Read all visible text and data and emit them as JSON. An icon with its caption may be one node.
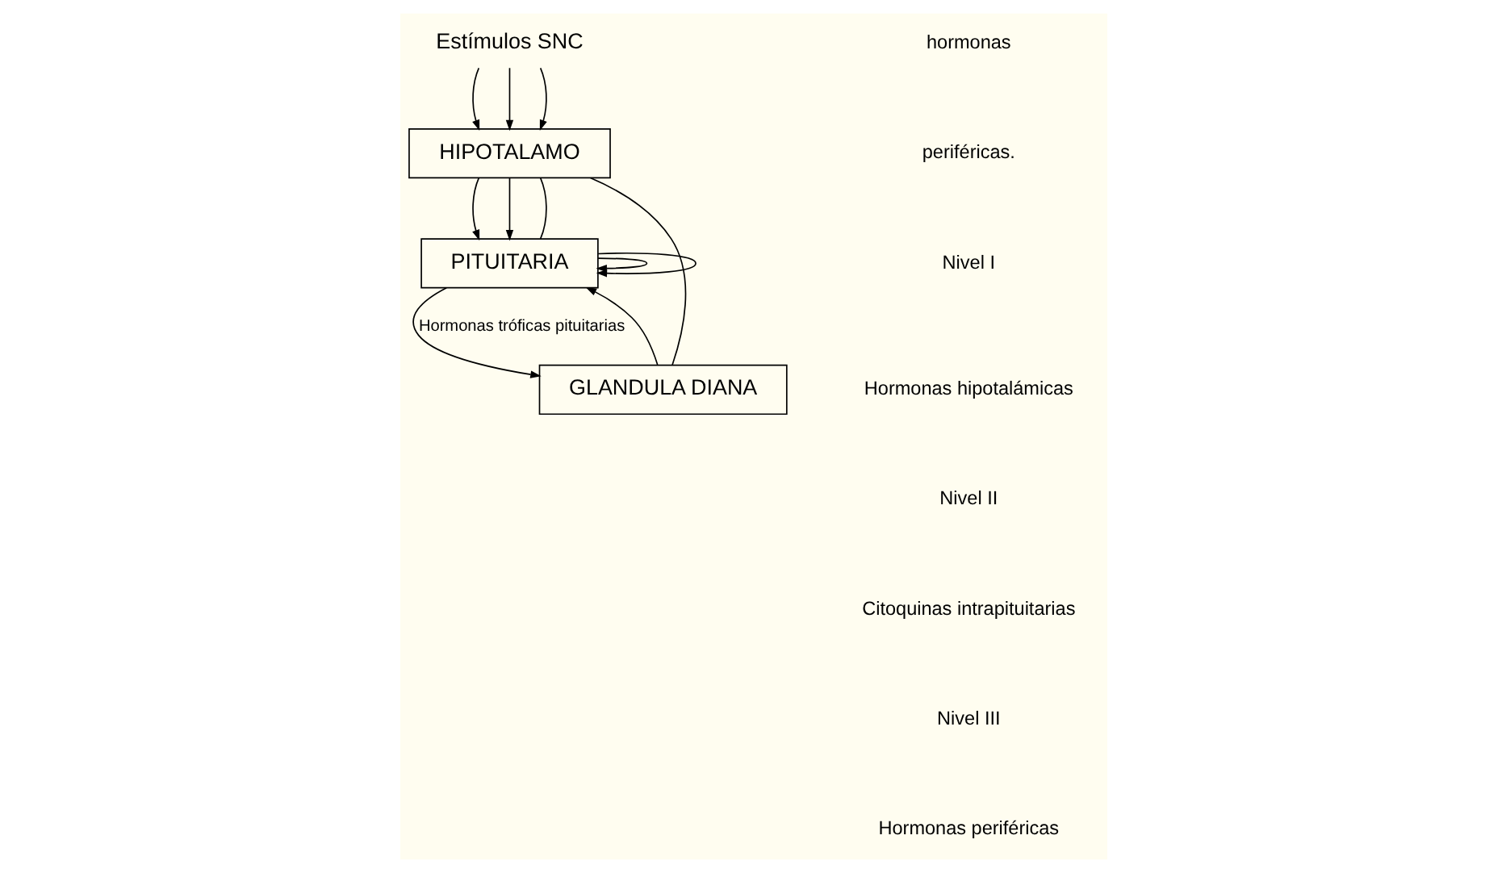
{
  "diagram": {
    "nodes": [
      {
        "text": [
          "Estímulos SNC"
        ]
      },
      {
        "text": [
          "HIPOTALAMO"
        ]
      },
      {
        "text": [
          "PITUITARIA"
        ]
      },
      {
        "text": [
          "GLANDULA DIANA"
        ]
      }
    ],
    "edges": [
      {
        "from": 0,
        "to": 1,
        "arrow": "to"
      },
      {
        "from": 0,
        "to": 1,
        "arrow": "to"
      },
      {
        "from": 0,
        "to": 1,
        "arrow": "to"
      },
      {
        "from": 1,
        "to": 2,
        "arrow": "to"
      },
      {
        "from": 1,
        "to": 2,
        "arrow": "to"
      },
      {
        "from": 2,
        "to": 2,
        "arrow": "to"
      },
      {
        "from": 2,
        "to": 2,
        "arrow": "to"
      },
      {
        "from": 1,
        "to": 2,
        "arrow": "none"
      },
      {
        "from": 2,
        "to": 3,
        "arrow": "to",
        "label": "Hormonas tróficas pituitarias"
      },
      {
        "from": 3,
        "to": 2,
        "arrow": "to"
      },
      {
        "from": 1,
        "to": 3,
        "arrow": "none"
      }
    ],
    "labels": [
      "hormonas",
      "periféricas.",
      "Nivel I",
      "Hormonas hipotalámicas",
      "Nivel II",
      "Citoquinas intrapituitarias",
      "Nivel III",
      "Hormonas periféricas"
    ]
  }
}
